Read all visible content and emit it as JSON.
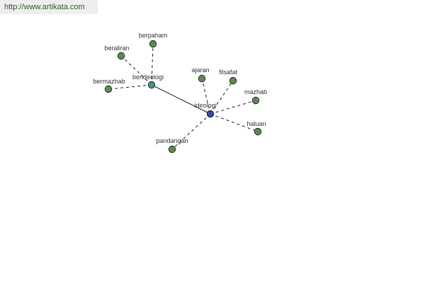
{
  "header": {
    "url": "http://www.artikata.com"
  },
  "colors": {
    "leaf_node": "#5a8a50",
    "hub_node": "#4a8a8a",
    "center_node": "#3c4aa0",
    "edge": "#222222",
    "url_text": "#2f5d23"
  },
  "graph": {
    "nodes": [
      {
        "id": "ideologi",
        "label": "ideologi",
        "kind": "center"
      },
      {
        "id": "berideologi",
        "label": "berideologi",
        "kind": "hub"
      },
      {
        "id": "berpaham",
        "label": "berpaham",
        "kind": "leaf"
      },
      {
        "id": "beraliran",
        "label": "beraliran",
        "kind": "leaf"
      },
      {
        "id": "bermazhab",
        "label": "bermazhab",
        "kind": "leaf"
      },
      {
        "id": "ajaran",
        "label": "ajaran",
        "kind": "leaf"
      },
      {
        "id": "filsafat",
        "label": "filsafat",
        "kind": "leaf"
      },
      {
        "id": "mazhab",
        "label": "mazhab",
        "kind": "leaf"
      },
      {
        "id": "haluan",
        "label": "haluan",
        "kind": "leaf"
      },
      {
        "id": "pandangan",
        "label": "pandangan",
        "kind": "leaf"
      }
    ],
    "edges": [
      {
        "from": "ideologi",
        "to": "berideologi",
        "style": "solid"
      },
      {
        "from": "berideologi",
        "to": "berpaham",
        "style": "dashed"
      },
      {
        "from": "berideologi",
        "to": "beraliran",
        "style": "dashed"
      },
      {
        "from": "berideologi",
        "to": "bermazhab",
        "style": "dashed"
      },
      {
        "from": "ideologi",
        "to": "ajaran",
        "style": "dashed"
      },
      {
        "from": "ideologi",
        "to": "filsafat",
        "style": "dashed"
      },
      {
        "from": "ideologi",
        "to": "mazhab",
        "style": "dashed"
      },
      {
        "from": "ideologi",
        "to": "haluan",
        "style": "dashed"
      },
      {
        "from": "ideologi",
        "to": "pandangan",
        "style": "dashed"
      }
    ]
  }
}
